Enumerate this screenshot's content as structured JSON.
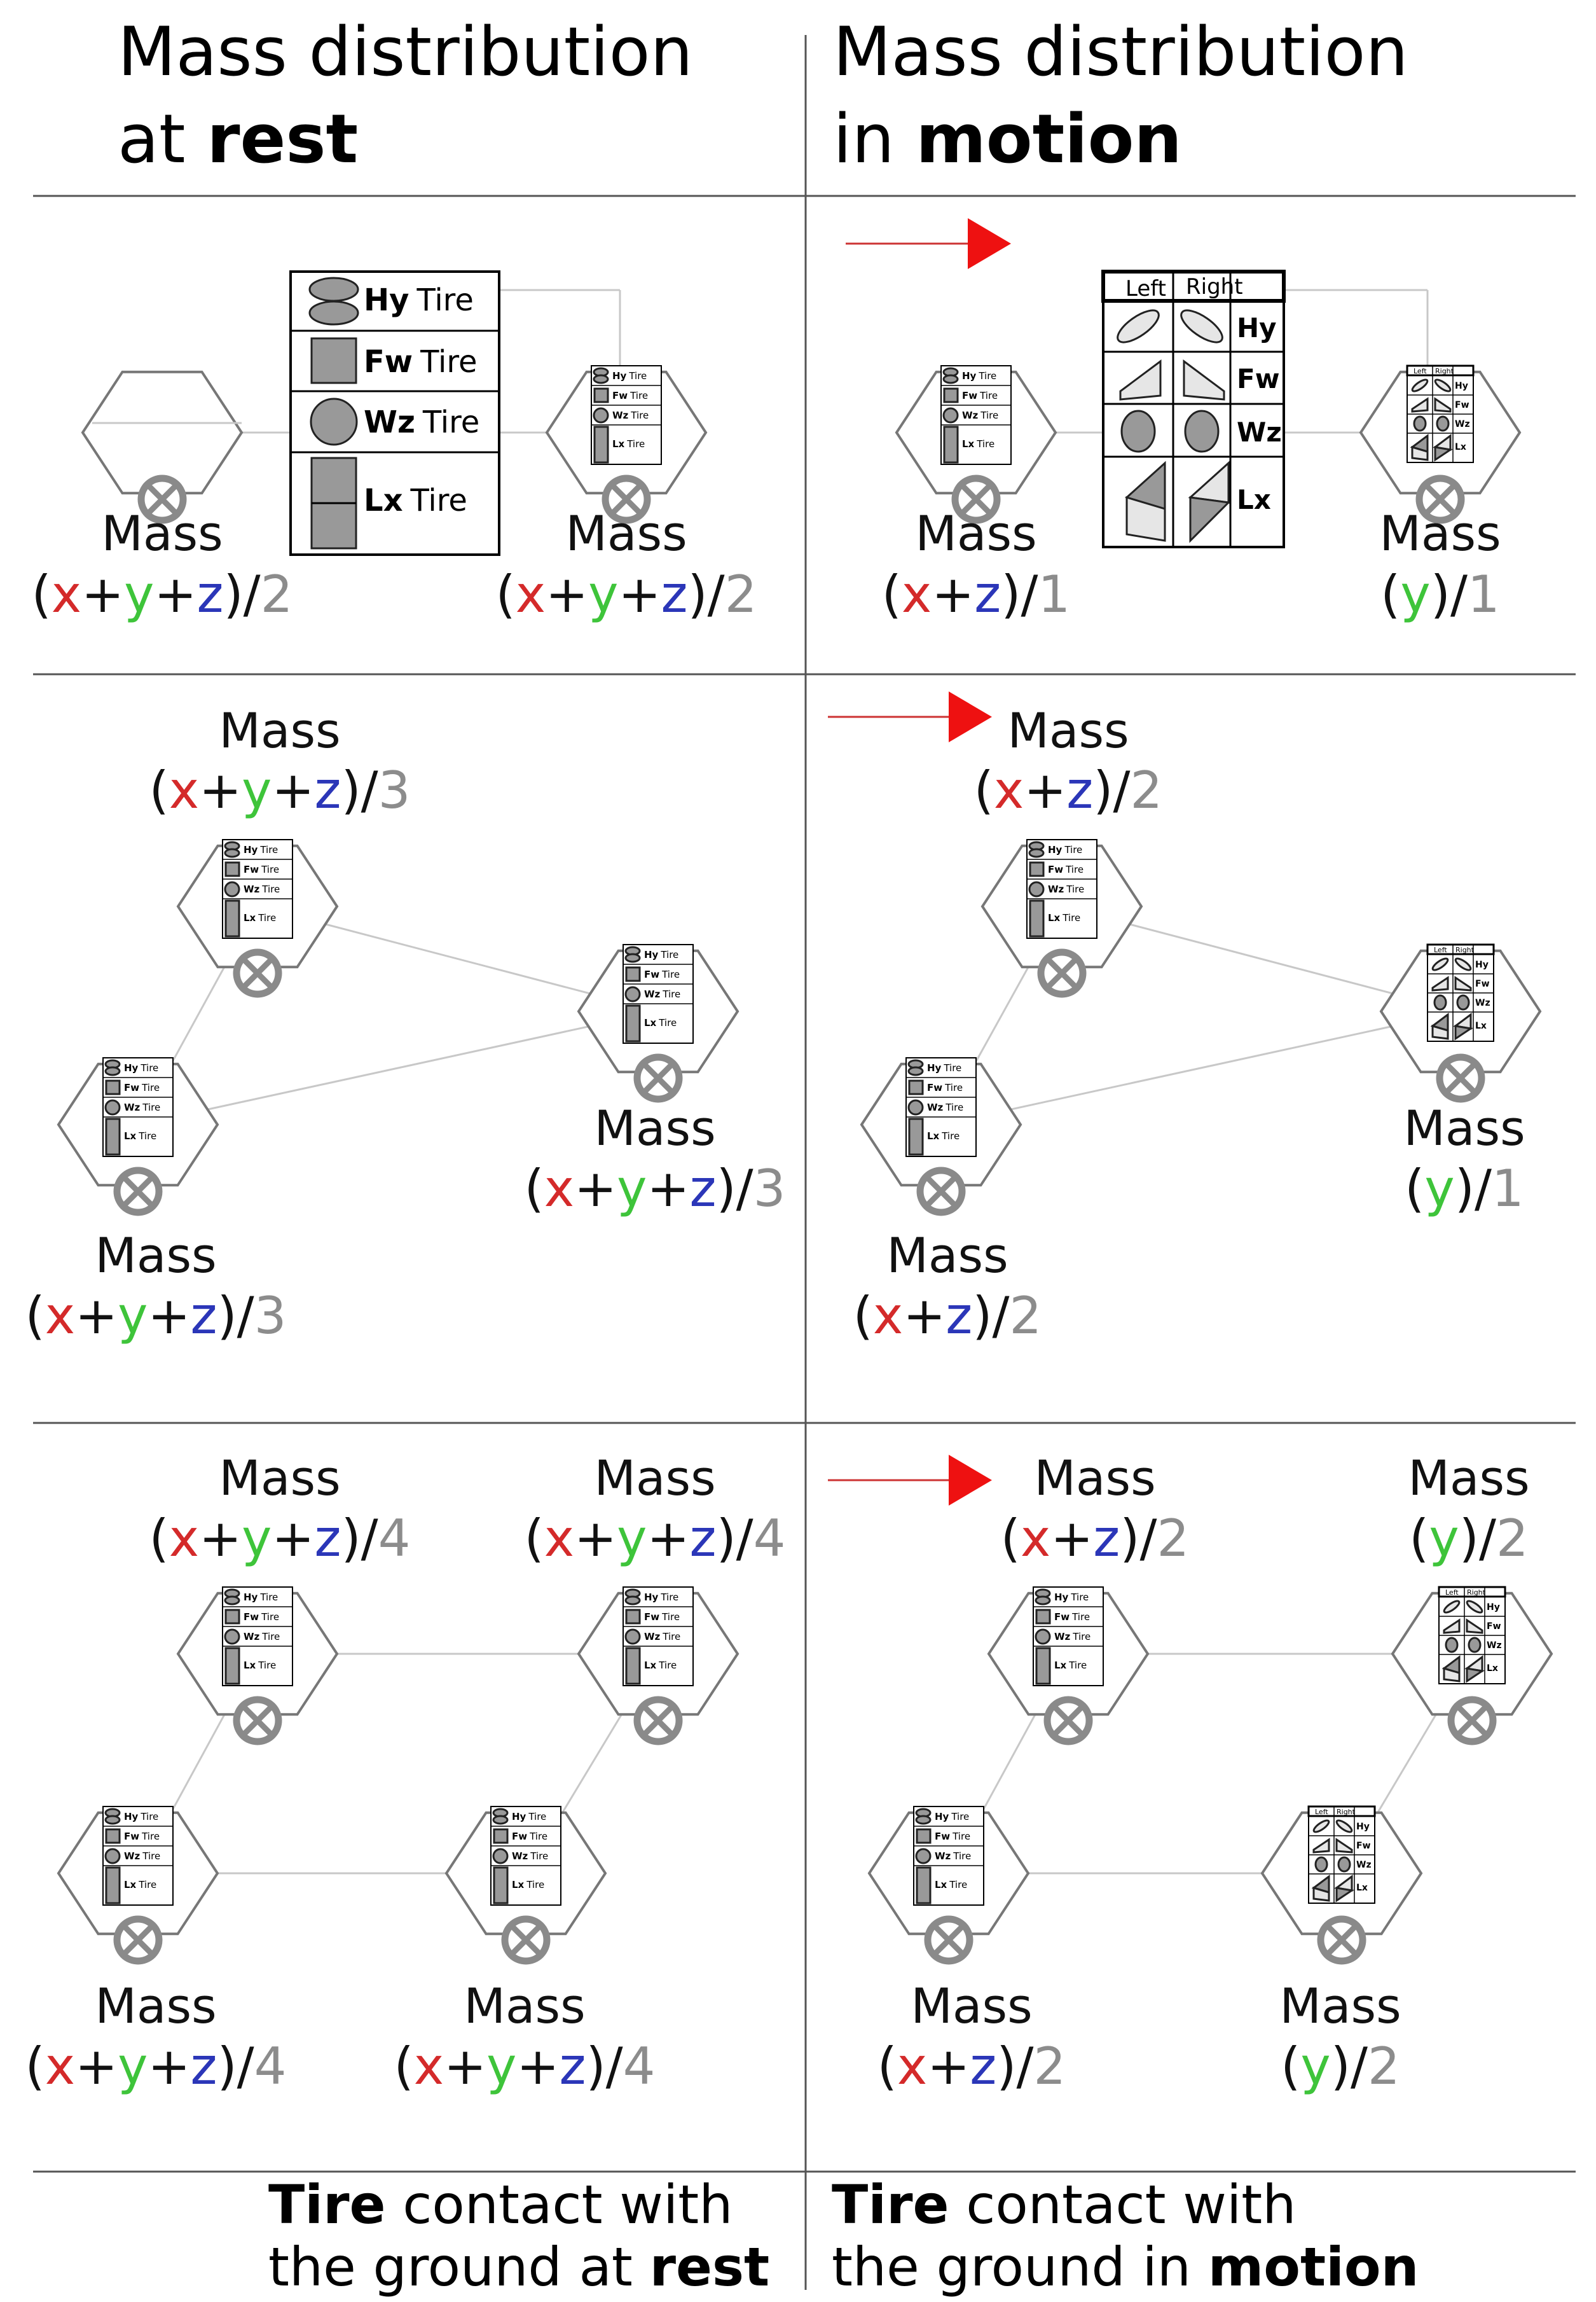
{
  "headers": {
    "rest_line1": "Mass distribution",
    "rest_line2_normal": "at ",
    "rest_line2_bold": "rest",
    "motion_line1": "Mass distribution",
    "motion_line2_normal": "in ",
    "motion_line2_bold": "motion"
  },
  "footers": {
    "rest_line1_bold": "Tire",
    "rest_line1_normal": " contact with",
    "rest_line2_normal": "the ground at ",
    "rest_line2_bold": "rest",
    "motion_line1_bold": "Tire",
    "motion_line1_normal": " contact with",
    "motion_line2_normal": "the ground in ",
    "motion_line2_bold": "motion"
  },
  "legend": {
    "tire_word": "Tire",
    "rows": [
      {
        "code": "Hy",
        "shape": "stacked-ellipses"
      },
      {
        "code": "Fw",
        "shape": "square"
      },
      {
        "code": "Wz",
        "shape": "circle"
      },
      {
        "code": "Lx",
        "shape": "tall-rectangle"
      }
    ]
  },
  "motion_legend": {
    "left": "Left",
    "right": "Right",
    "codes": [
      "Hy",
      "Fw",
      "Wz",
      "Lx"
    ]
  },
  "mass_word": "Mass",
  "formula_colors": {
    "x": "#d42a2a",
    "y": "#3ec43a",
    "z": "#2b36b8",
    "n": "#8c8c8c",
    "ops": "#111111"
  },
  "direction_arrow_color": "#ee1111",
  "nodes": [
    {
      "id": "rest-2-left",
      "type": "empty",
      "formula": [
        {
          "t": "(",
          "c": "ops"
        },
        {
          "t": "x",
          "c": "x"
        },
        {
          "t": "+",
          "c": "ops"
        },
        {
          "t": "y",
          "c": "y"
        },
        {
          "t": "+",
          "c": "ops"
        },
        {
          "t": "z",
          "c": "z"
        },
        {
          "t": ")/",
          "c": "ops"
        },
        {
          "t": "2",
          "c": "n"
        }
      ]
    },
    {
      "id": "rest-2-right",
      "type": "rest",
      "formula": [
        {
          "t": "(",
          "c": "ops"
        },
        {
          "t": "x",
          "c": "x"
        },
        {
          "t": "+",
          "c": "ops"
        },
        {
          "t": "y",
          "c": "y"
        },
        {
          "t": "+",
          "c": "ops"
        },
        {
          "t": "z",
          "c": "z"
        },
        {
          "t": ")/",
          "c": "ops"
        },
        {
          "t": "2",
          "c": "n"
        }
      ]
    },
    {
      "id": "motion-2-left",
      "type": "rest",
      "formula": [
        {
          "t": "(",
          "c": "ops"
        },
        {
          "t": "x",
          "c": "x"
        },
        {
          "t": "+",
          "c": "ops"
        },
        {
          "t": "z",
          "c": "z"
        },
        {
          "t": ")/",
          "c": "ops"
        },
        {
          "t": "1",
          "c": "n"
        }
      ]
    },
    {
      "id": "motion-2-right",
      "type": "motion",
      "formula": [
        {
          "t": "(",
          "c": "ops"
        },
        {
          "t": "y",
          "c": "y"
        },
        {
          "t": ")/",
          "c": "ops"
        },
        {
          "t": "1",
          "c": "n"
        }
      ]
    },
    {
      "id": "rest-3-top",
      "type": "rest",
      "formula": [
        {
          "t": "(",
          "c": "ops"
        },
        {
          "t": "x",
          "c": "x"
        },
        {
          "t": "+",
          "c": "ops"
        },
        {
          "t": "y",
          "c": "y"
        },
        {
          "t": "+",
          "c": "ops"
        },
        {
          "t": "z",
          "c": "z"
        },
        {
          "t": ")/",
          "c": "ops"
        },
        {
          "t": "3",
          "c": "n"
        }
      ]
    },
    {
      "id": "rest-3-right",
      "type": "rest",
      "formula": [
        {
          "t": "(",
          "c": "ops"
        },
        {
          "t": "x",
          "c": "x"
        },
        {
          "t": "+",
          "c": "ops"
        },
        {
          "t": "y",
          "c": "y"
        },
        {
          "t": "+",
          "c": "ops"
        },
        {
          "t": "z",
          "c": "z"
        },
        {
          "t": ")/",
          "c": "ops"
        },
        {
          "t": "3",
          "c": "n"
        }
      ]
    },
    {
      "id": "rest-3-left",
      "type": "rest",
      "formula": [
        {
          "t": "(",
          "c": "ops"
        },
        {
          "t": "x",
          "c": "x"
        },
        {
          "t": "+",
          "c": "ops"
        },
        {
          "t": "y",
          "c": "y"
        },
        {
          "t": "+",
          "c": "ops"
        },
        {
          "t": "z",
          "c": "z"
        },
        {
          "t": ")/",
          "c": "ops"
        },
        {
          "t": "3",
          "c": "n"
        }
      ]
    },
    {
      "id": "motion-3-top",
      "type": "rest",
      "formula": [
        {
          "t": "(",
          "c": "ops"
        },
        {
          "t": "x",
          "c": "x"
        },
        {
          "t": "+",
          "c": "ops"
        },
        {
          "t": "z",
          "c": "z"
        },
        {
          "t": ")/",
          "c": "ops"
        },
        {
          "t": "2",
          "c": "n"
        }
      ]
    },
    {
      "id": "motion-3-right",
      "type": "motion",
      "formula": [
        {
          "t": "(",
          "c": "ops"
        },
        {
          "t": "y",
          "c": "y"
        },
        {
          "t": ")/",
          "c": "ops"
        },
        {
          "t": "1",
          "c": "n"
        }
      ]
    },
    {
      "id": "motion-3-left",
      "type": "rest",
      "formula": [
        {
          "t": "(",
          "c": "ops"
        },
        {
          "t": "x",
          "c": "x"
        },
        {
          "t": "+",
          "c": "ops"
        },
        {
          "t": "z",
          "c": "z"
        },
        {
          "t": ")/",
          "c": "ops"
        },
        {
          "t": "2",
          "c": "n"
        }
      ]
    },
    {
      "id": "rest-4-tl",
      "type": "rest",
      "formula": [
        {
          "t": "(",
          "c": "ops"
        },
        {
          "t": "x",
          "c": "x"
        },
        {
          "t": "+",
          "c": "ops"
        },
        {
          "t": "y",
          "c": "y"
        },
        {
          "t": "+",
          "c": "ops"
        },
        {
          "t": "z",
          "c": "z"
        },
        {
          "t": ")/",
          "c": "ops"
        },
        {
          "t": "4",
          "c": "n"
        }
      ]
    },
    {
      "id": "rest-4-tr",
      "type": "rest",
      "formula": [
        {
          "t": "(",
          "c": "ops"
        },
        {
          "t": "x",
          "c": "x"
        },
        {
          "t": "+",
          "c": "ops"
        },
        {
          "t": "y",
          "c": "y"
        },
        {
          "t": "+",
          "c": "ops"
        },
        {
          "t": "z",
          "c": "z"
        },
        {
          "t": ")/",
          "c": "ops"
        },
        {
          "t": "4",
          "c": "n"
        }
      ]
    },
    {
      "id": "rest-4-bl",
      "type": "rest",
      "formula": [
        {
          "t": "(",
          "c": "ops"
        },
        {
          "t": "x",
          "c": "x"
        },
        {
          "t": "+",
          "c": "ops"
        },
        {
          "t": "y",
          "c": "y"
        },
        {
          "t": "+",
          "c": "ops"
        },
        {
          "t": "z",
          "c": "z"
        },
        {
          "t": ")/",
          "c": "ops"
        },
        {
          "t": "4",
          "c": "n"
        }
      ]
    },
    {
      "id": "rest-4-br",
      "type": "rest",
      "formula": [
        {
          "t": "(",
          "c": "ops"
        },
        {
          "t": "x",
          "c": "x"
        },
        {
          "t": "+",
          "c": "ops"
        },
        {
          "t": "y",
          "c": "y"
        },
        {
          "t": "+",
          "c": "ops"
        },
        {
          "t": "z",
          "c": "z"
        },
        {
          "t": ")/",
          "c": "ops"
        },
        {
          "t": "4",
          "c": "n"
        }
      ]
    },
    {
      "id": "motion-4-tl",
      "type": "rest",
      "formula": [
        {
          "t": "(",
          "c": "ops"
        },
        {
          "t": "x",
          "c": "x"
        },
        {
          "t": "+",
          "c": "ops"
        },
        {
          "t": "z",
          "c": "z"
        },
        {
          "t": ")/",
          "c": "ops"
        },
        {
          "t": "2",
          "c": "n"
        }
      ]
    },
    {
      "id": "motion-4-tr",
      "type": "motion",
      "formula": [
        {
          "t": "(",
          "c": "ops"
        },
        {
          "t": "y",
          "c": "y"
        },
        {
          "t": ")/",
          "c": "ops"
        },
        {
          "t": "2",
          "c": "n"
        }
      ]
    },
    {
      "id": "motion-4-bl",
      "type": "rest",
      "formula": [
        {
          "t": "(",
          "c": "ops"
        },
        {
          "t": "x",
          "c": "x"
        },
        {
          "t": "+",
          "c": "ops"
        },
        {
          "t": "z",
          "c": "z"
        },
        {
          "t": ")/",
          "c": "ops"
        },
        {
          "t": "2",
          "c": "n"
        }
      ]
    },
    {
      "id": "motion-4-br",
      "type": "motion",
      "formula": [
        {
          "t": "(",
          "c": "ops"
        },
        {
          "t": "y",
          "c": "y"
        },
        {
          "t": ")/",
          "c": "ops"
        },
        {
          "t": "2",
          "c": "n"
        }
      ]
    }
  ],
  "edges": [
    [
      "rest-2-left",
      "rest-2-right"
    ],
    [
      "motion-2-left",
      "motion-2-right"
    ],
    [
      "rest-3-top",
      "rest-3-right"
    ],
    [
      "rest-3-top",
      "rest-3-left"
    ],
    [
      "rest-3-left",
      "rest-3-right"
    ],
    [
      "motion-3-top",
      "motion-3-right"
    ],
    [
      "motion-3-top",
      "motion-3-left"
    ],
    [
      "motion-3-left",
      "motion-3-right"
    ],
    [
      "rest-4-tl",
      "rest-4-tr"
    ],
    [
      "rest-4-tl",
      "rest-4-bl"
    ],
    [
      "rest-4-bl",
      "rest-4-br"
    ],
    [
      "rest-4-tr",
      "rest-4-br"
    ],
    [
      "motion-4-tl",
      "motion-4-tr"
    ],
    [
      "motion-4-tl",
      "motion-4-bl"
    ],
    [
      "motion-4-bl",
      "motion-4-br"
    ],
    [
      "motion-4-tr",
      "motion-4-br"
    ]
  ]
}
